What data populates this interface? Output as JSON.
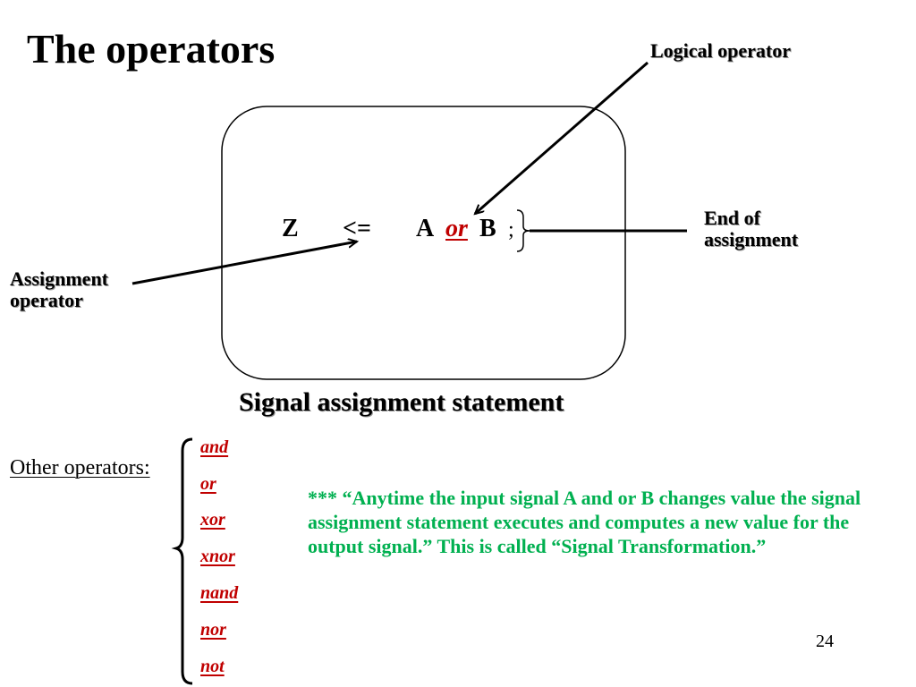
{
  "slide": {
    "title": "The operators",
    "page_number": "24"
  },
  "diagram": {
    "labels": {
      "logical_operator": "Logical operator",
      "end_of_assignment": [
        "End of",
        "assignment"
      ],
      "assignment_operator": [
        "Assignment",
        "operator"
      ]
    },
    "statement": {
      "target": "Z",
      "operator": "<=",
      "operand_a": "A",
      "logic_op": "or",
      "operand_b": "B",
      "terminator": ";"
    },
    "caption": "Signal assignment statement"
  },
  "other_operators": {
    "label": "Other operators:",
    "items": [
      "and",
      "or",
      "xor",
      "xnor",
      "nand",
      "nor",
      "not"
    ]
  },
  "note": {
    "text": "*** “Anytime the input signal A and or B changes value the signal assignment statement executes and computes a new value for the output signal.” This is called “Signal Transformation.”"
  },
  "colors": {
    "accent_red": "#c00000",
    "note_green": "#00b050"
  }
}
